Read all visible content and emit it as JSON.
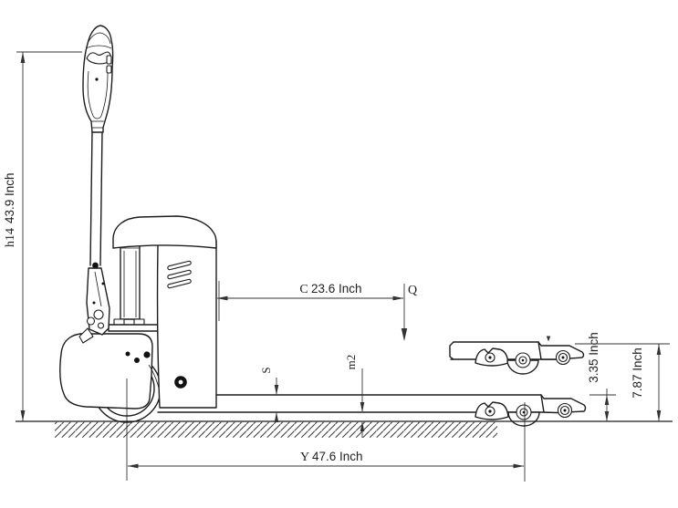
{
  "drawing": {
    "subject": "electric pallet truck side view dimensional drawing",
    "colors": {
      "line": "#1c1c1c",
      "dimension": "#333333",
      "background": "#ffffff"
    },
    "dimensions": {
      "tiller_height": {
        "symbol": "h14",
        "value": "43.9 Inch"
      },
      "load_center": {
        "symbol": "C",
        "value": "23.6 Inch"
      },
      "load_point": {
        "symbol": "Q"
      },
      "fork_thickness": {
        "symbol": "S"
      },
      "ground_clearance": {
        "symbol": "m2"
      },
      "lowered_fork_height": {
        "value": "3.35 Inch"
      },
      "raised_fork_height": {
        "value": "7.87 Inch"
      },
      "wheelbase": {
        "symbol": "Y",
        "value": "47.6 Inch"
      }
    }
  }
}
